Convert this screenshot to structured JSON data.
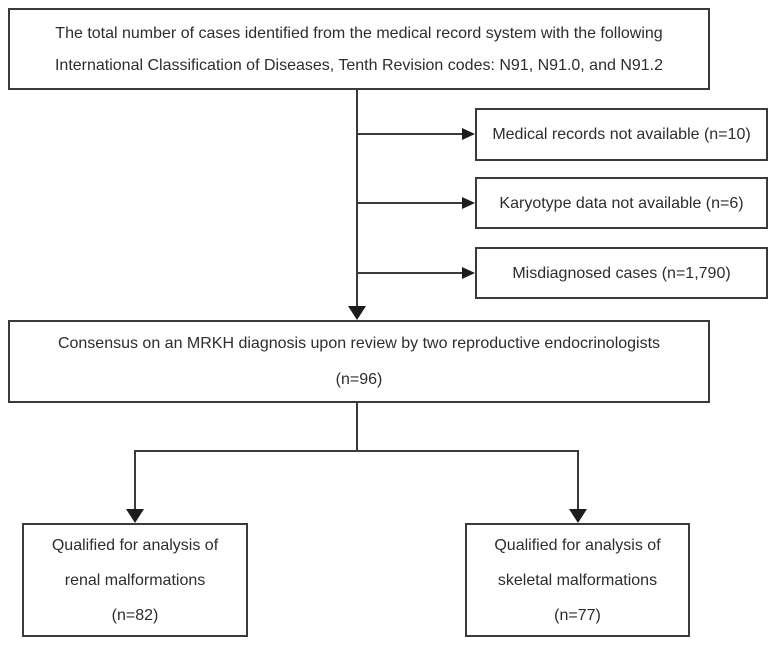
{
  "figure": {
    "colors": {
      "line": "#3a3a3a",
      "arrow": "#1c1c1c",
      "text": "#2d2d2d",
      "bg": "#ffffff"
    },
    "top_box": {
      "line1": "The total number of cases identified from the medical record system with the following",
      "line2": "International Classification of Diseases, Tenth Revision codes: N91, N91.0, and N91.2"
    },
    "exclusion_boxes": [
      {
        "label": "Medical records not available (n=10)"
      },
      {
        "label": "Karyotype data not available (n=6)"
      },
      {
        "label": "Misdiagnosed cases (n=1,790)"
      }
    ],
    "consensus_box": {
      "line1": "Consensus on an MRKH diagnosis upon review by two reproductive endocrinologists",
      "line2": "(n=96)"
    },
    "renal_box": {
      "line1": "Qualified for analysis of",
      "line2": "renal malformations",
      "line3": "(n=82)"
    },
    "skeletal_box": {
      "line1": "Qualified for analysis of",
      "line2": "skeletal malformations",
      "line3": "(n=77)"
    }
  }
}
